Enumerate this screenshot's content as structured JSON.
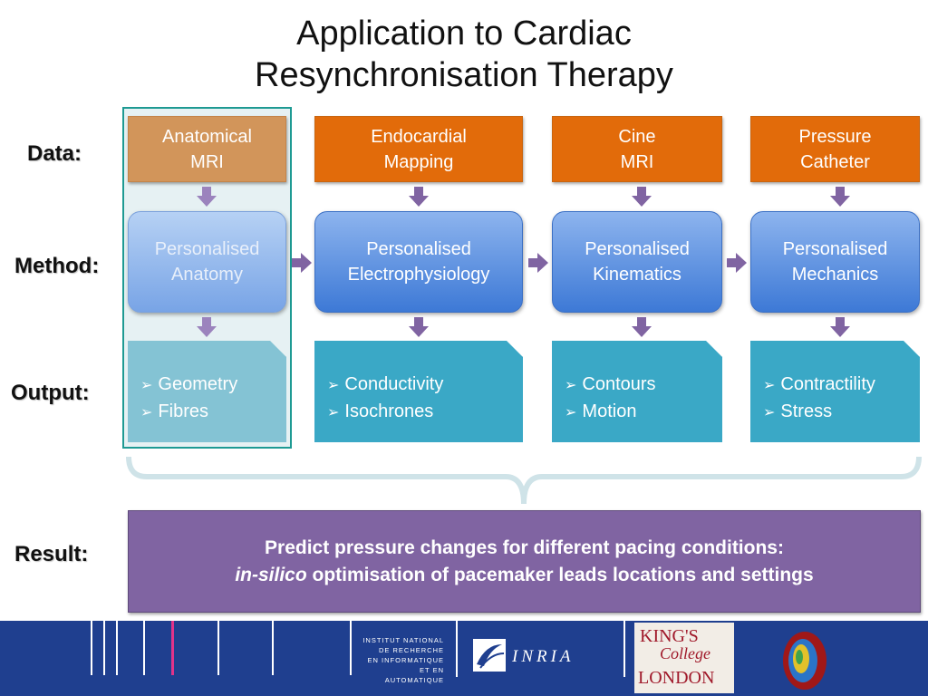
{
  "title": {
    "line1": "Application to Cardiac",
    "line2": "Resynchronisation Therapy"
  },
  "row_labels": {
    "data": "Data:",
    "method": "Method:",
    "output": "Output:",
    "result": "Result:"
  },
  "data_boxes": [
    {
      "line1": "Anatomical",
      "line2": "MRI"
    },
    {
      "line1": "Endocardial",
      "line2": "Mapping"
    },
    {
      "line1": "Cine",
      "line2": "MRI"
    },
    {
      "line1": "Pressure",
      "line2": "Catheter"
    }
  ],
  "method_boxes": [
    {
      "line1": "Personalised",
      "line2": "Anatomy"
    },
    {
      "line1": "Personalised",
      "line2": "Electrophysiology"
    },
    {
      "line1": "Personalised",
      "line2": "Kinematics"
    },
    {
      "line1": "Personalised",
      "line2": "Mechanics"
    }
  ],
  "output_boxes": [
    {
      "items": [
        "Geometry",
        "Fibres"
      ]
    },
    {
      "items": [
        "Conductivity",
        "Isochrones"
      ]
    },
    {
      "items": [
        "Contours",
        "Motion"
      ]
    },
    {
      "items": [
        "Contractility",
        "Stress"
      ]
    }
  ],
  "result": {
    "line1": "Predict pressure changes for different pacing conditions:",
    "line2_italic": "in-silico",
    "line2_rest": " optimisation of pacemaker leads locations and settings"
  },
  "footer": {
    "institute_lines": [
      "INSTITUT NATIONAL",
      "DE RECHERCHE",
      "EN INFORMATIQUE",
      "ET EN AUTOMATIQUE"
    ],
    "inria": "INRIA",
    "kings_line1": "KING'S",
    "kings_line2": "College",
    "kings_line3": "LONDON"
  },
  "colors": {
    "data_orange": "#e26b0a",
    "method_blue": "#3d79d6",
    "output_teal": "#3aa8c6",
    "result_purple": "#8064a2",
    "arrow_purple": "#8064a2",
    "highlight_border": "#1e9a93",
    "footer_blue": "#1f3f8f"
  }
}
